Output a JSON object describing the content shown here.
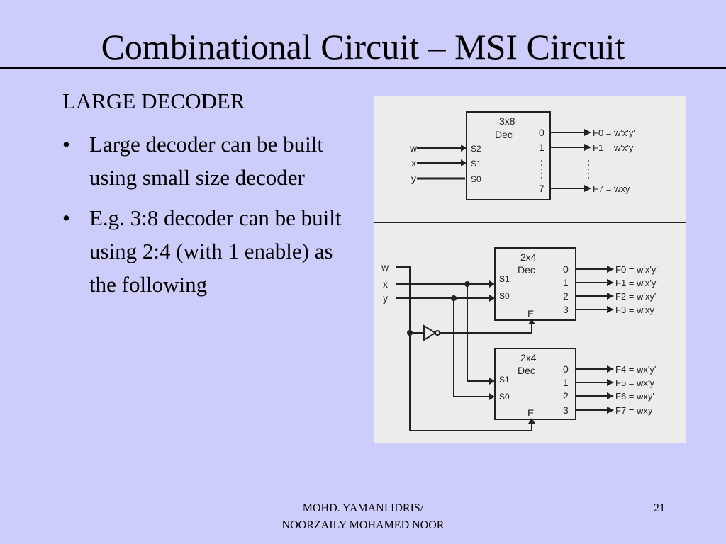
{
  "slide": {
    "title": "Combinational Circuit – MSI Circuit",
    "heading": "LARGE DECODER",
    "bullets": [
      "Large decoder can be built using small size decoder",
      "E.g. 3:8 decoder can be built using 2:4 (with 1 enable) as the following"
    ],
    "footer": {
      "line1": "MOHD. YAMANI IDRIS/",
      "line2": "NOORZAILY MOHAMED NOOR"
    },
    "page_number": "21"
  },
  "figure": {
    "top_decoder": {
      "label_size": "3x8",
      "label_type": "Dec",
      "inputs": [
        "w",
        "x",
        "y"
      ],
      "selects": [
        "S2",
        "S1",
        "S0"
      ],
      "outputs": [
        {
          "pin": "0",
          "expr": "F0 = w'x'y'"
        },
        {
          "pin": "1",
          "expr": "F1 = w'x'y"
        },
        {
          "pin": "7",
          "expr": "F7 = wxy"
        }
      ]
    },
    "decoder_a": {
      "label_size": "2x4",
      "label_type": "Dec",
      "selects": [
        "S1",
        "S0"
      ],
      "enable": "E",
      "outputs": [
        {
          "pin": "0",
          "expr": "F0 = w'x'y'"
        },
        {
          "pin": "1",
          "expr": "F1 = w'x'y"
        },
        {
          "pin": "2",
          "expr": "F2 = w'xy'"
        },
        {
          "pin": "3",
          "expr": "F3 = w'xy"
        }
      ]
    },
    "decoder_b": {
      "label_size": "2x4",
      "label_type": "Dec",
      "selects": [
        "S1",
        "S0"
      ],
      "enable": "E",
      "outputs": [
        {
          "pin": "0",
          "expr": "F4 = wx'y'"
        },
        {
          "pin": "1",
          "expr": "F5 = wx'y"
        },
        {
          "pin": "2",
          "expr": "F6 = wxy'"
        },
        {
          "pin": "3",
          "expr": "F7 = wxy"
        }
      ]
    },
    "bottom_inputs": [
      "w",
      "x",
      "y"
    ]
  }
}
